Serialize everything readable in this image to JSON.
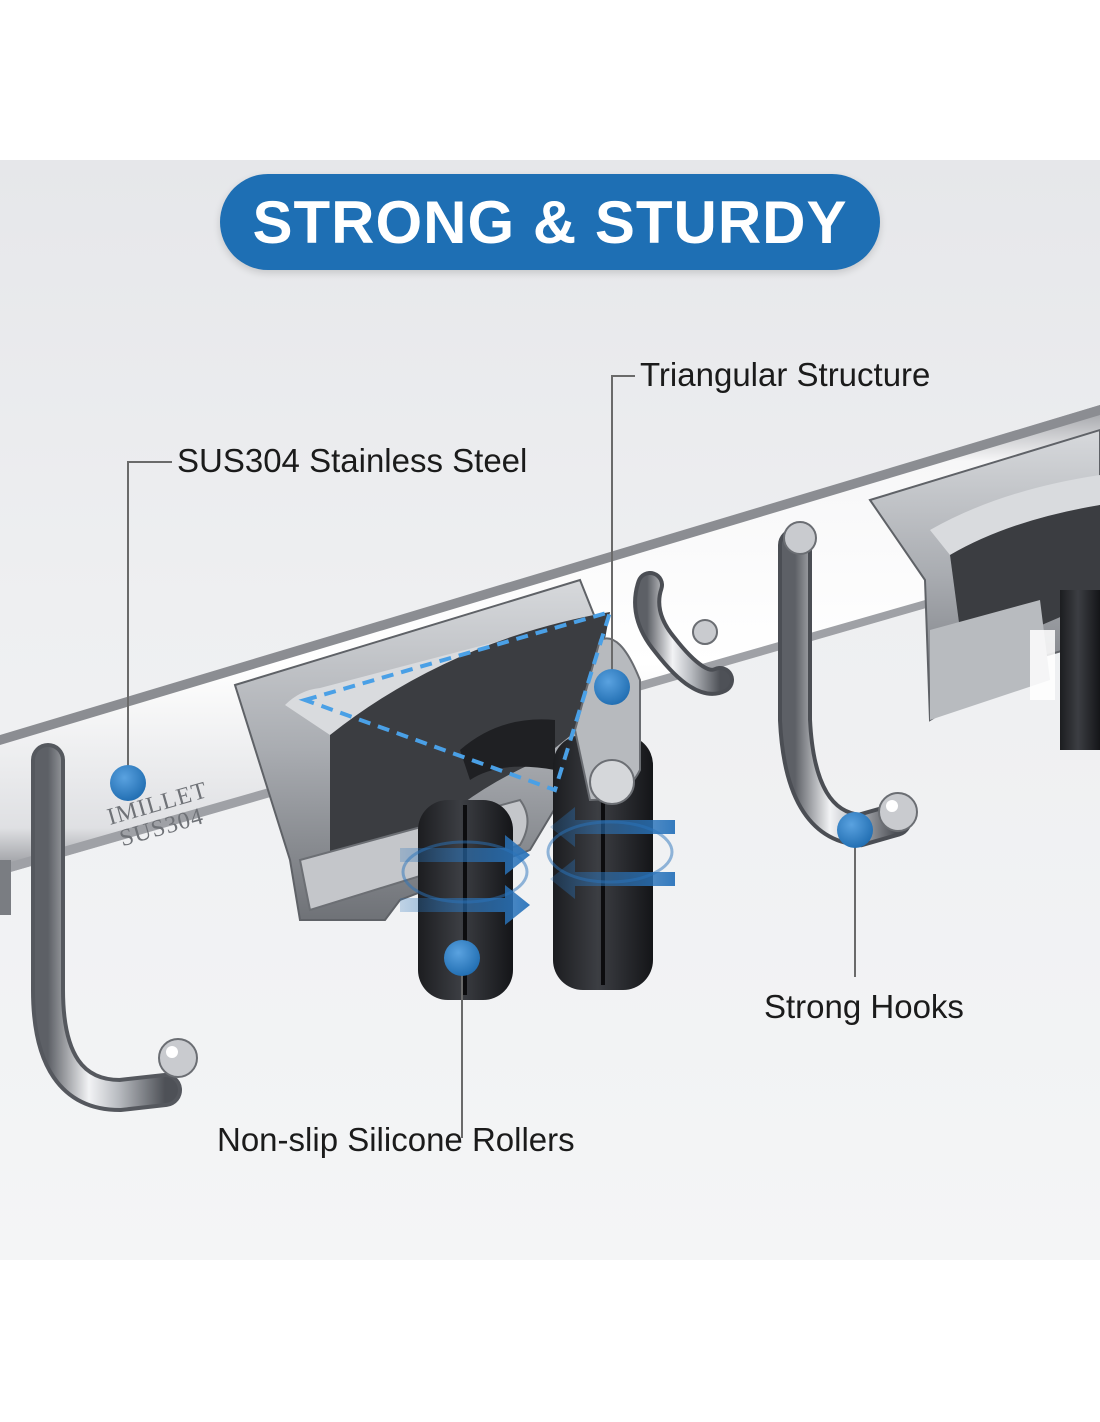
{
  "header": {
    "title": "STRONG & STURDY"
  },
  "callouts": {
    "triangular_structure": "Triangular Structure",
    "stainless_steel": "SUS304 Stainless Steel",
    "silicone_rollers": "Non-slip Silicone Rollers",
    "strong_hooks": "Strong Hooks"
  },
  "product": {
    "brand_engraving": "IMILLET",
    "grade_engraving": "SUS304"
  },
  "colors": {
    "accent_blue": "#1e6fb4",
    "callout_dot": "#2b7fc7",
    "leader_line": "#6a6a6a",
    "background": "#ffffff"
  },
  "icons": [
    "callout-dot",
    "rotation-arrow"
  ]
}
